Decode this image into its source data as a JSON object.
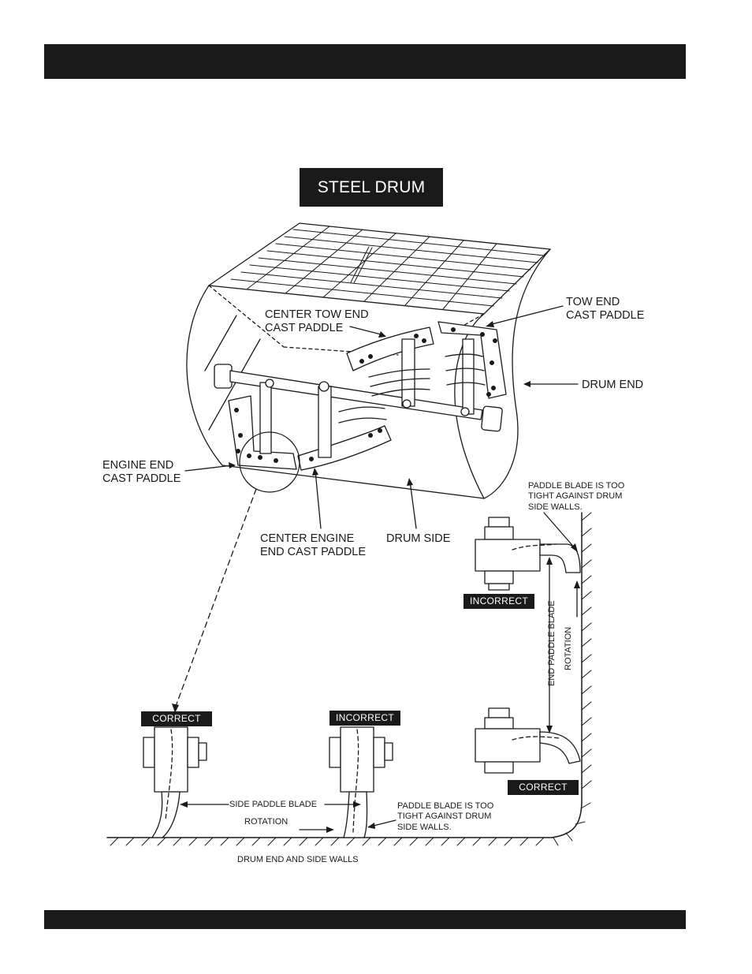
{
  "title": "STEEL DRUM",
  "labels": {
    "center_tow_end_1": "CENTER TOW END",
    "center_tow_end_2": "CAST PADDLE",
    "tow_end_1": "TOW END",
    "tow_end_2": "CAST PADDLE",
    "drum_end": "DRUM END",
    "engine_end_1": "ENGINE END",
    "engine_end_2": "CAST PADDLE",
    "center_engine_1": "CENTER ENGINE",
    "center_engine_2": "END CAST PADDLE",
    "drum_side": "DRUM SIDE",
    "tight_right_1": "PADDLE BLADE IS TOO",
    "tight_right_2": "TIGHT AGAINST DRUM",
    "tight_right_3": "SIDE WALLS.",
    "incorrect_right": "INCORRECT",
    "end_paddle_blade": "END PADDLE BLADE",
    "rotation_vertical": "ROTATION",
    "correct_right": "CORRECT",
    "correct_left": "CORRECT",
    "incorrect_left": "INCORRECT",
    "side_paddle_blade": "SIDE PADDLE BLADE",
    "rotation_horizontal": "ROTATION",
    "tight_bottom_1": "PADDLE BLADE IS TOO",
    "tight_bottom_2": "TIGHT AGAINST DRUM",
    "tight_bottom_3": "SIDE WALLS.",
    "drum_walls": "DRUM END AND SIDE WALLS"
  }
}
